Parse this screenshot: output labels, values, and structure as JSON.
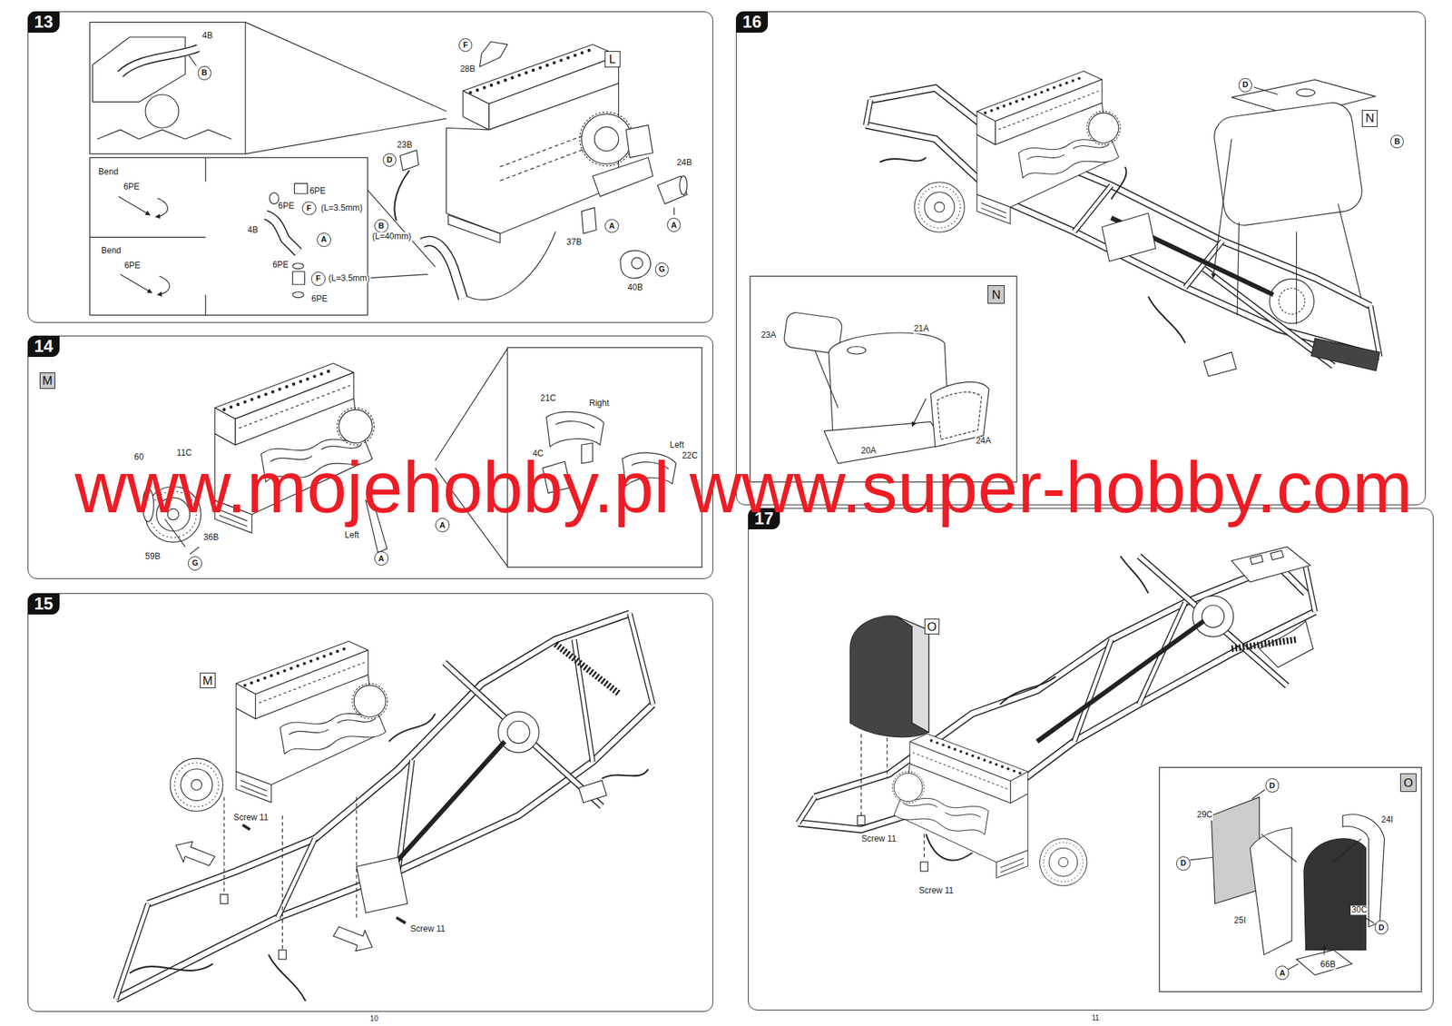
{
  "diagram": {
    "nodes": [
      {
        "text": [
          "13"
        ]
      },
      {
        "text": [
          "L"
        ],
        "in": 0
      },
      {
        "text": [
          "B"
        ],
        "in": 0
      },
      {
        "text": [
          "F"
        ],
        "in": 0
      },
      {
        "text": [
          "D"
        ],
        "in": 0
      },
      {
        "text": [
          "B"
        ],
        "in": 0
      },
      {
        "text": [
          "A"
        ],
        "in": 0
      },
      {
        "text": [
          "A"
        ],
        "in": 0
      },
      {
        "text": [
          "G"
        ],
        "in": 0
      },
      {
        "text": [
          "F"
        ],
        "in": 0
      },
      {
        "text": [
          "A"
        ],
        "in": 0
      },
      {
        "text": [
          "F"
        ],
        "in": 0
      },
      {
        "text": [
          "14"
        ]
      },
      {
        "text": [
          "M"
        ],
        "in": 12
      },
      {
        "text": [
          "A"
        ],
        "in": 12
      },
      {
        "text": [
          "A"
        ],
        "in": 12
      },
      {
        "text": [
          "G"
        ],
        "in": 12
      },
      {
        "text": [
          "15"
        ]
      },
      {
        "text": [
          "M"
        ],
        "in": 17
      },
      {
        "text": [
          "16"
        ]
      },
      {
        "text": [
          "N"
        ],
        "in": 19
      },
      {
        "text": [
          "D"
        ],
        "in": 19
      },
      {
        "text": [
          "B"
        ],
        "in": 19
      },
      {
        "text": [
          "N"
        ],
        "in": 19
      },
      {
        "text": [
          "17"
        ]
      },
      {
        "text": [
          "O"
        ],
        "in": 24
      },
      {
        "text": [
          "O"
        ],
        "in": 24
      },
      {
        "text": [
          "D"
        ],
        "in": 24
      },
      {
        "text": [
          "D"
        ],
        "in": 24
      },
      {
        "text": [
          "D"
        ],
        "in": 24
      },
      {
        "text": [
          "A"
        ],
        "in": 24
      }
    ],
    "labels": [
      "4B",
      "Bend",
      "6PE",
      "6PE",
      "6PE",
      "(L=3.5mm)",
      "4B",
      "Bend",
      "6PE",
      "6PE",
      "(L=3.5mm)",
      "6PE",
      "28B",
      "23B",
      "24B",
      "(L=40mm)",
      "37B",
      "40B",
      "21C",
      "Right",
      "Left",
      "11C",
      "4C",
      "60",
      "22C",
      "Left",
      "36B",
      "59B",
      "Screw 11",
      "Screw 11",
      "23A",
      "21A",
      "24A",
      "20A",
      "29C",
      "24I",
      "Screw 11",
      "Screw 11",
      "30C",
      "25I",
      "66B",
      "10",
      "11",
      "www.mojehobby.pl www.super-hobby.com"
    ]
  }
}
